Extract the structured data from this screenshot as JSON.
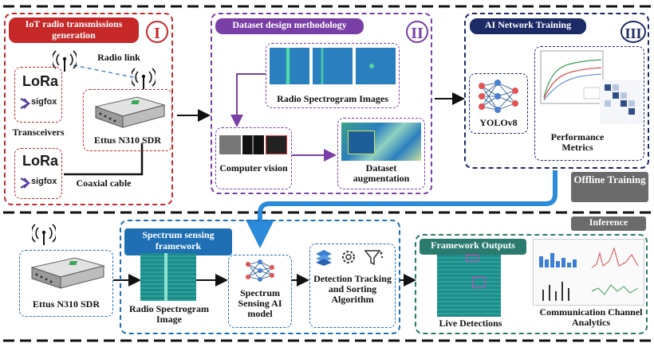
{
  "colors": {
    "red": "#c62828",
    "purple": "#7a3fa6",
    "navy": "#1c2a66",
    "blue": "#1f6fb5",
    "teal": "#2a7a6e",
    "gray": "#6b6b6b",
    "arrow_blue": "#2b8ad9"
  },
  "stage1": {
    "title": "IoT radio transmissions generation",
    "roman": "I",
    "radio_link": "Radio link",
    "transceivers": "Transceivers",
    "sdr": "Ettus N310 SDR",
    "cable": "Coaxial cable",
    "lora": "LoRa",
    "sigfox": "sigfox"
  },
  "stage2": {
    "title": "Dataset design methodology",
    "roman": "II",
    "spectrogram": "Radio Spectrogram Images",
    "cv": "Computer vision",
    "aug": "Dataset augmentation"
  },
  "stage3": {
    "title": "AI Network Training",
    "roman": "III",
    "yolo": "YOLOv8",
    "metrics": "Performance Metrics",
    "offline": "Offline Training"
  },
  "inference": {
    "tag": "Inference",
    "sdr": "Ettus N310 SDR",
    "framework_title": "Spectrum sensing framework",
    "spectrogram": "Radio Spectrogram Image",
    "ai_model": "Spectrum Sensing AI model",
    "algorithm": "Detection Tracking and Sorting Algorithm",
    "outputs_title": "Framework Outputs",
    "live": "Live Detections",
    "analytics": "Communication Channel Analytics"
  }
}
